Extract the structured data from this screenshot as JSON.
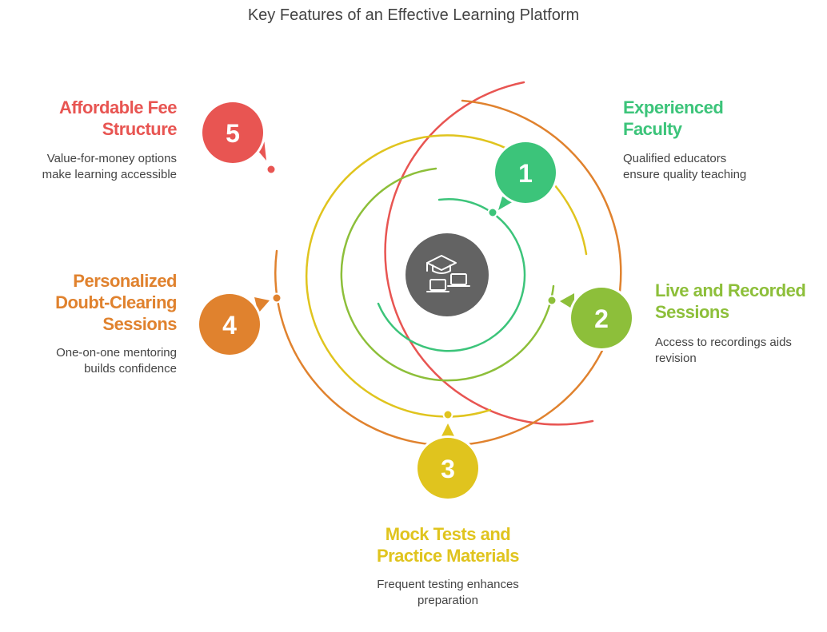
{
  "title": "Key Features of an Effective Learning Platform",
  "center_icon": "graduation-cap-and-laptops-icon",
  "features": [
    {
      "number": "1",
      "title": "Experienced\nFaculty",
      "description": "Qualified educators\nensure quality teaching",
      "color": "#3cc47a"
    },
    {
      "number": "2",
      "title": "Live and Recorded\nSessions",
      "description": "Access to recordings aids\nrevision",
      "color": "#8dbf3a"
    },
    {
      "number": "3",
      "title": "Mock Tests and\nPractice Materials",
      "description": "Frequent testing enhances\npreparation",
      "color": "#e0c41e"
    },
    {
      "number": "4",
      "title": "Personalized\nDoubt-Clearing\nSessions",
      "description": "One-on-one mentoring\nbuilds confidence",
      "color": "#e0822e"
    },
    {
      "number": "5",
      "title": "Affordable Fee\nStructure",
      "description": "Value-for-money options\nmake learning accessible",
      "color": "#e85552"
    }
  ]
}
